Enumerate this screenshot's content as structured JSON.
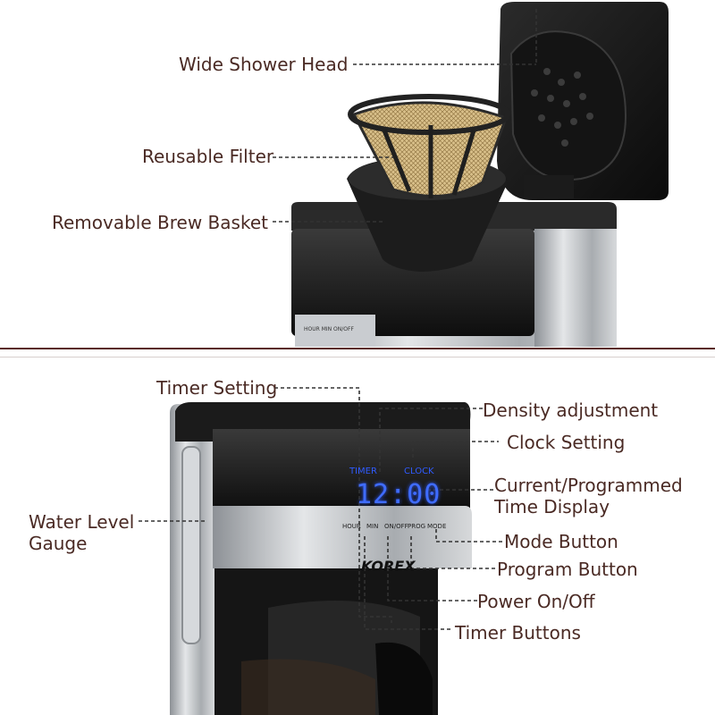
{
  "top_labels": {
    "shower_head": "Wide Shower Head",
    "filter": "Reusable Filter",
    "brew_basket": "Removable Brew Basket"
  },
  "bottom_labels": {
    "timer_setting": "Timer Setting",
    "density": "Density adjustment",
    "clock_setting": "Clock Setting",
    "current_time_line1": "Current/Programmed",
    "current_time_line2": "Time Display",
    "water_gauge_line1": "Water Level",
    "water_gauge_line2": "Gauge",
    "mode_button": "Mode Button",
    "program_button": "Program Button",
    "power": "Power On/Off",
    "timer_buttons": "Timer Buttons"
  },
  "device": {
    "lcd_time": "12:00",
    "lcd_timer": "TIMER",
    "lcd_clock": "CLOCK",
    "btn_hour": "HOUR",
    "btn_min": "MIN",
    "btn_onoff": "ON/OFF",
    "btn_prog": "PROG",
    "btn_mode": "MODE",
    "brand": "KOREX"
  },
  "colors": {
    "label_text": "#4a2a24",
    "divider": "#5a2a22",
    "lcd_blue": "#2f5bff",
    "body_black": "#1a1a1a",
    "steel": "#b9bcc0"
  }
}
